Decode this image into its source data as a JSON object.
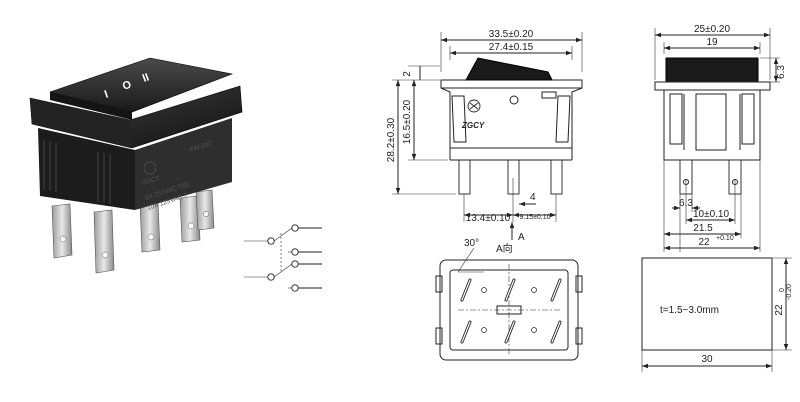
{
  "product_photo": {
    "rocker_markings": [
      "I",
      "O",
      "II"
    ],
    "case_text": [
      "6A 250VAC T85",
      "10A 125VAC T",
      "XW-202",
      "ZGCY"
    ]
  },
  "schematic": {},
  "front_view": {
    "overall_width": "33.5±0.20",
    "inner_width": "27.4±0.15",
    "rocker_height": "2",
    "total_height": "28.2±0.30",
    "body_height": "16.5±0.20",
    "pin_width": "4",
    "pin_pitch_left": "13.4±0.10",
    "pin_pitch_right": "9.15±0.10",
    "logo_text": "ZGCY",
    "section_mark": "A"
  },
  "side_view": {
    "overall_width": "25±0.20",
    "inner_width": "19",
    "rocker_height": "6.3",
    "pin_height": "6.3",
    "pin_pitch": "10±0.10",
    "span": "21.5",
    "base_width": "22",
    "base_width_tol": "+0.10"
  },
  "bottom_view": {
    "angle": "30°",
    "view_label": "A向",
    "section_mark": "A"
  },
  "panel_cutout": {
    "thickness": "t=1.5~3.0mm",
    "width": "30",
    "height": "22",
    "height_tol_upper": "0",
    "height_tol_lower": "-0.20"
  }
}
